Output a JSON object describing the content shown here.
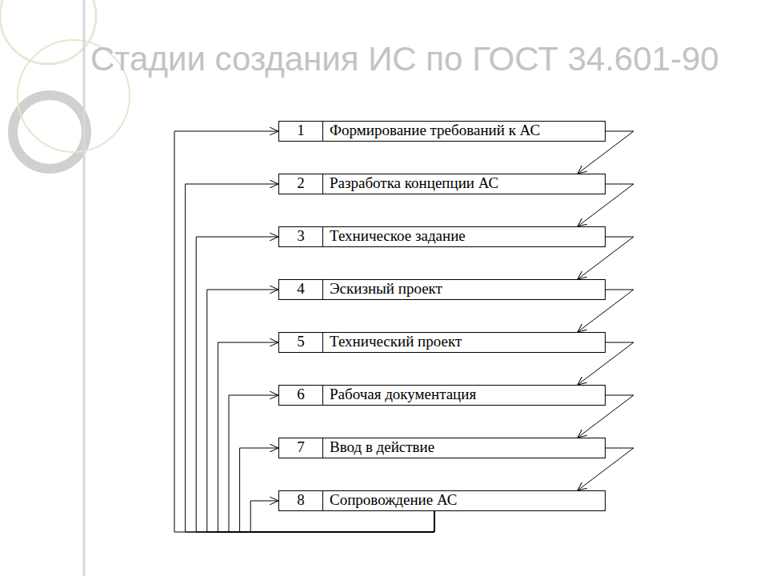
{
  "diagram": {
    "title": "Стадии создания ИС по ГОСТ 34.601-90",
    "nodes": [
      {
        "text": [
          "1",
          "Формирование требований к АС"
        ]
      },
      {
        "text": [
          "2",
          "Разработка концепции АС"
        ]
      },
      {
        "text": [
          "3",
          "Техническое задание"
        ]
      },
      {
        "text": [
          "4",
          "Эскизный проект"
        ]
      },
      {
        "text": [
          "5",
          "Технический проект"
        ]
      },
      {
        "text": [
          "6",
          "Рабочая документация"
        ]
      },
      {
        "text": [
          "7",
          "Ввод в действие"
        ]
      },
      {
        "text": [
          "8",
          "Сопровождение АС"
        ]
      }
    ],
    "edges": [
      {
        "from": 0,
        "to": 1,
        "arrow": "to"
      },
      {
        "from": 1,
        "to": 2,
        "arrow": "to"
      },
      {
        "from": 2,
        "to": 3,
        "arrow": "to"
      },
      {
        "from": 3,
        "to": 4,
        "arrow": "to"
      },
      {
        "from": 4,
        "to": 5,
        "arrow": "to"
      },
      {
        "from": 5,
        "to": 6,
        "arrow": "to"
      },
      {
        "from": 6,
        "to": 7,
        "arrow": "to"
      },
      {
        "from": 7,
        "to": 0,
        "arrow": "to"
      },
      {
        "from": 7,
        "to": 1,
        "arrow": "to"
      },
      {
        "from": 7,
        "to": 2,
        "arrow": "to"
      },
      {
        "from": 7,
        "to": 3,
        "arrow": "to"
      },
      {
        "from": 7,
        "to": 4,
        "arrow": "to"
      },
      {
        "from": 7,
        "to": 5,
        "arrow": "to"
      },
      {
        "from": 7,
        "to": 6,
        "arrow": "to"
      },
      {
        "from": 7,
        "to": 7,
        "arrow": "to"
      }
    ]
  }
}
